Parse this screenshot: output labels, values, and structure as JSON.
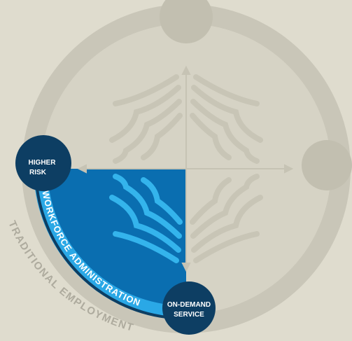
{
  "nodes": {
    "higher_risk": {
      "line1": "HIGHER",
      "line2": "RISK"
    },
    "on_demand": {
      "line1": "ON-DEMAND",
      "line2": "SERVICE"
    }
  },
  "labels": {
    "workforce": "WORKFORCE ADMINISTRATION",
    "traditional": "TRADITIONAL EMPLOYMENT"
  },
  "colors": {
    "background": "#dfdcce",
    "ring": "#c9c6b8",
    "knob": "#c2bfb0",
    "quadrant": "#d6d3c5",
    "quadrant_active": "#0a6eb0",
    "web_lines": "#c8c5b6",
    "web_lines_active": "#34b4ec",
    "accent_arc": "#2aa8e6",
    "node": "#0d3e63",
    "traditional_text": "#aeab9e"
  }
}
